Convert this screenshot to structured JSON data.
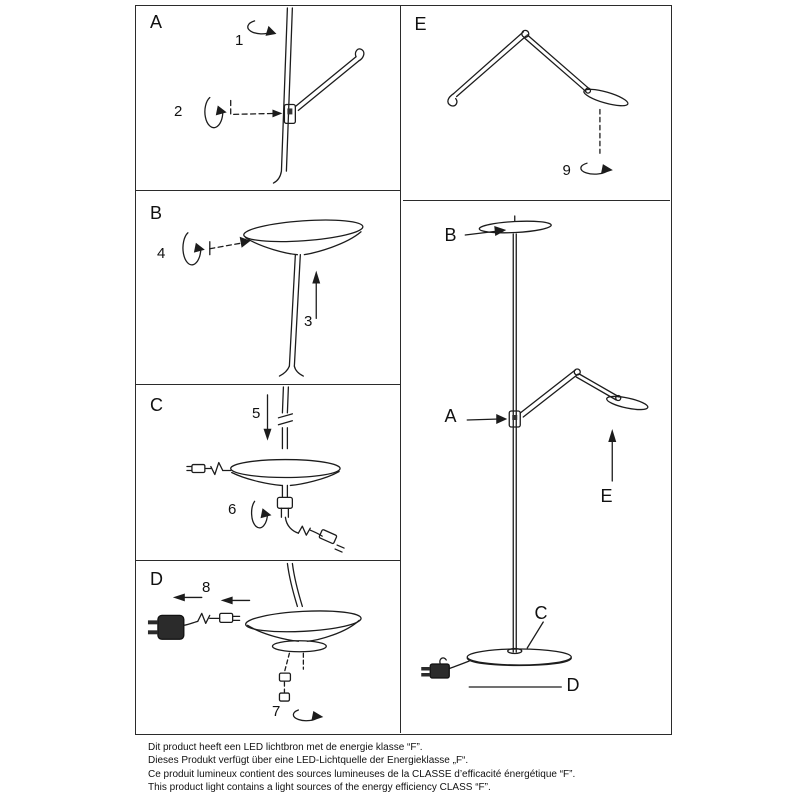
{
  "panels": {
    "a": {
      "letter": "A",
      "steps": {
        "s1": "1",
        "s2": "2"
      }
    },
    "b": {
      "letter": "B",
      "steps": {
        "s3": "3",
        "s4": "4"
      }
    },
    "c": {
      "letter": "C",
      "steps": {
        "s5": "5",
        "s6": "6"
      }
    },
    "d": {
      "letter": "D",
      "steps": {
        "s7": "7",
        "s8": "8"
      }
    },
    "e": {
      "letter": "E",
      "steps": {
        "s9": "9"
      }
    },
    "overview": {
      "label_a": "A",
      "label_b": "B",
      "label_c": "C",
      "label_d": "D",
      "label_e": "E"
    }
  },
  "footer": {
    "lines": [
      "Dit product heeft een LED lichtbron met de energie klasse “F”.",
      "Dieses Produkt verfügt über eine LED-Lichtquelle der Energieklasse „F“.",
      "Ce produit lumineux contient des sources lumineuses de la CLASSE d’efficacité énergétique “F”.",
      "This product light contains a light sources of the energy efficiency CLASS “F”."
    ]
  }
}
